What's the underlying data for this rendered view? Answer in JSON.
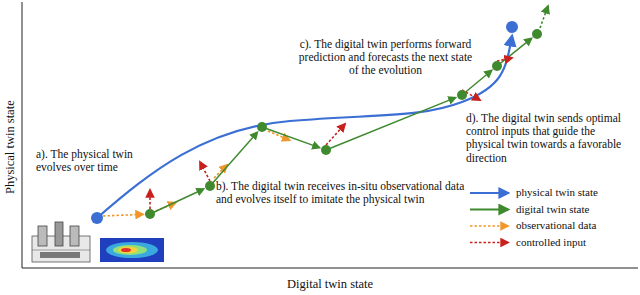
{
  "diagram": {
    "labels": [
      "Physical twin state",
      "Digital twin state",
      "a). The physical twin evolves over time",
      "b). The digital twin receives in-situ observational data and evolves itself to imitate the physical twin",
      "c). The digital twin performs forward prediction and forecasts the next state of the evolution",
      "d). The digital twin sends optimal control inputs that guide the physical twin towards a favorable direction"
    ],
    "legend": [
      {
        "text": "physical twin state"
      },
      {
        "text": "digital twin state"
      },
      {
        "text": "observational data"
      },
      {
        "text": "controlled input"
      }
    ]
  }
}
